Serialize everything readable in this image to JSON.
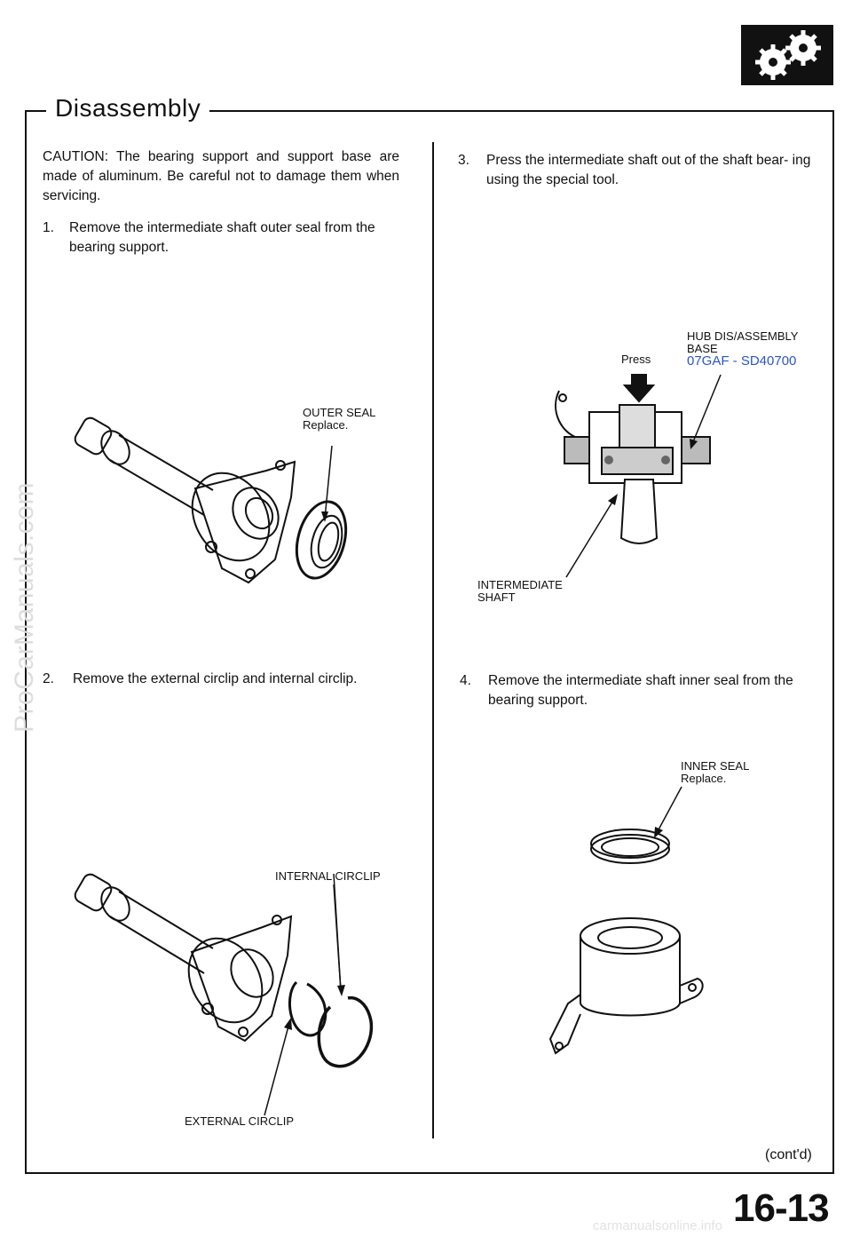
{
  "header": {
    "title": "Disassembly"
  },
  "caution": "CAUTION: The bearing support and support base are made of aluminum. Be careful not to damage them when servicing.",
  "steps": [
    {
      "num": "1.",
      "text": "Remove the intermediate shaft outer seal from the bearing support."
    },
    {
      "num": "2.",
      "text": "Remove the external circlip and internal circlip."
    },
    {
      "num": "3.",
      "text": "Press the intermediate shaft out of the shaft bearing using the special tool."
    },
    {
      "num": "4.",
      "text": "Remove the intermediate shaft inner seal from the bearing support."
    }
  ],
  "step3_display": "Press the intermediate shaft out of the shaft bear- ing using the special tool.",
  "labels": {
    "outer_seal": "OUTER SEAL",
    "outer_seal_note": "Replace.",
    "internal_circlip": "INTERNAL CIRCLIP",
    "external_circlip": "EXTERNAL CIRCLIP",
    "press": "Press",
    "hub_tool": "HUB DIS/ASSEMBLY BASE",
    "hub_tool_number": "07GAF - SD40700",
    "intermediate_shaft": "INTERMEDIATE SHAFT",
    "inner_seal": "INNER SEAL",
    "inner_seal_note": "Replace."
  },
  "footer": {
    "cont": "(cont'd)",
    "page_number": "16-13"
  },
  "watermarks": {
    "side": "ProCarManuals.com",
    "bottom": "carmanualsonline.info"
  },
  "colors": {
    "tool_number": "#2a56c8"
  },
  "icons": {
    "section_icon": "gears-icon"
  }
}
